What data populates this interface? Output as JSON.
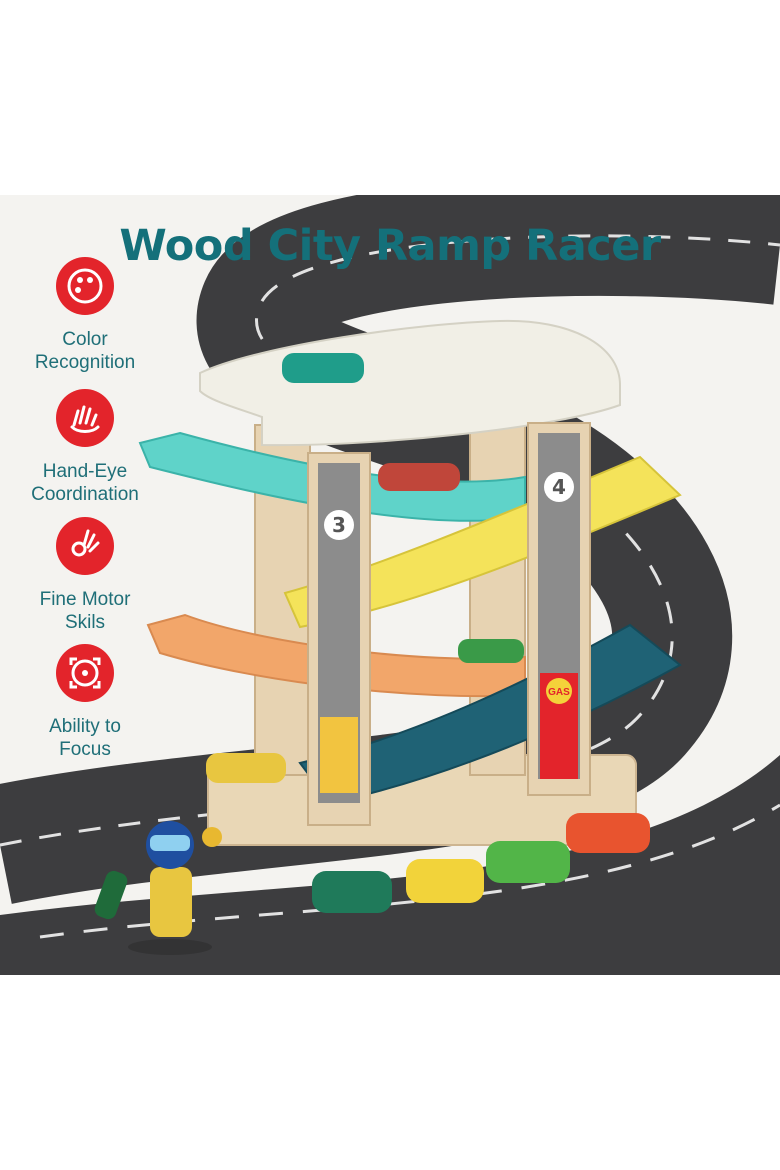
{
  "title": "Wood City Ramp Racer",
  "features": [
    {
      "line1": "Color",
      "line2": "Recognition",
      "icon": "palette-icon"
    },
    {
      "line1": "Hand-Eye",
      "line2": "Coordination",
      "icon": "grab-hand-icon"
    },
    {
      "line1": "Fine Motor",
      "line2": "Skils",
      "icon": "ok-hand-icon"
    },
    {
      "line1": "Ability to",
      "line2": "Focus",
      "icon": "target-icon"
    }
  ],
  "pillar_numbers": {
    "left": "3",
    "right": "4"
  },
  "gas_sign": "GAS",
  "colors": {
    "title": "#14707a",
    "label": "#1f6f78",
    "badge": "#e3242b",
    "road": "#3d3d3f",
    "ramp_teal": "#5fd3c9",
    "ramp_yellow": "#f4e35a",
    "ramp_orange": "#f2a66a",
    "ramp_navy": "#1f6275",
    "wood": "#e7d3b2"
  }
}
